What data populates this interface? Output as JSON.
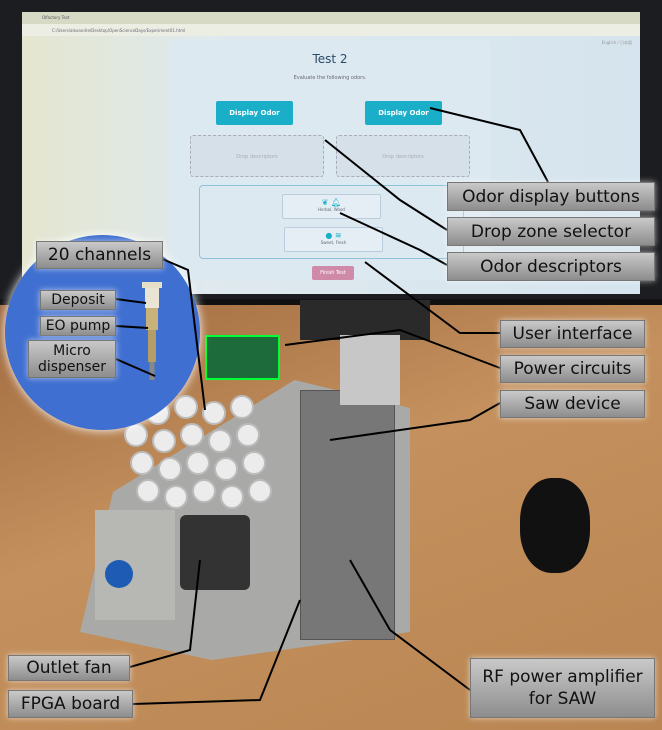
{
  "screen": {
    "browser_tab": "Olfactory Test",
    "address": "C:/Users/alexandre/Desktop/OpenScienceDays/Experiment01.html",
    "language_toggle": "English / 日本語",
    "title": "Test 2",
    "subtitle": "Evaluate the following odors.",
    "display_buttons": [
      "Display Odor",
      "Display Odor"
    ],
    "drop_zones": [
      "Drop descriptors",
      "Drop descriptors"
    ],
    "descriptors": [
      {
        "label": "Herbal, Wood",
        "icons": [
          "leaf-icon",
          "bell-icon"
        ]
      },
      {
        "label": "Sweet, Fresh",
        "icons": [
          "candy-icon",
          "waves-icon"
        ]
      }
    ],
    "finish_button": "Finish Test",
    "accent_color": "#1aaec9",
    "finish_color": "#cf8aa7"
  },
  "callouts": {
    "right": [
      "Odor display buttons",
      "Drop zone selector",
      "Odor descriptors",
      "User interface",
      "Power circuits",
      "Saw device"
    ],
    "left_top": "20 channels",
    "inset": [
      "Deposit",
      "EO pump",
      "Micro dispenser"
    ],
    "bottom_left": [
      "Outlet fan",
      "FPGA board"
    ],
    "bottom_right": "RF power amplifier for SAW"
  }
}
